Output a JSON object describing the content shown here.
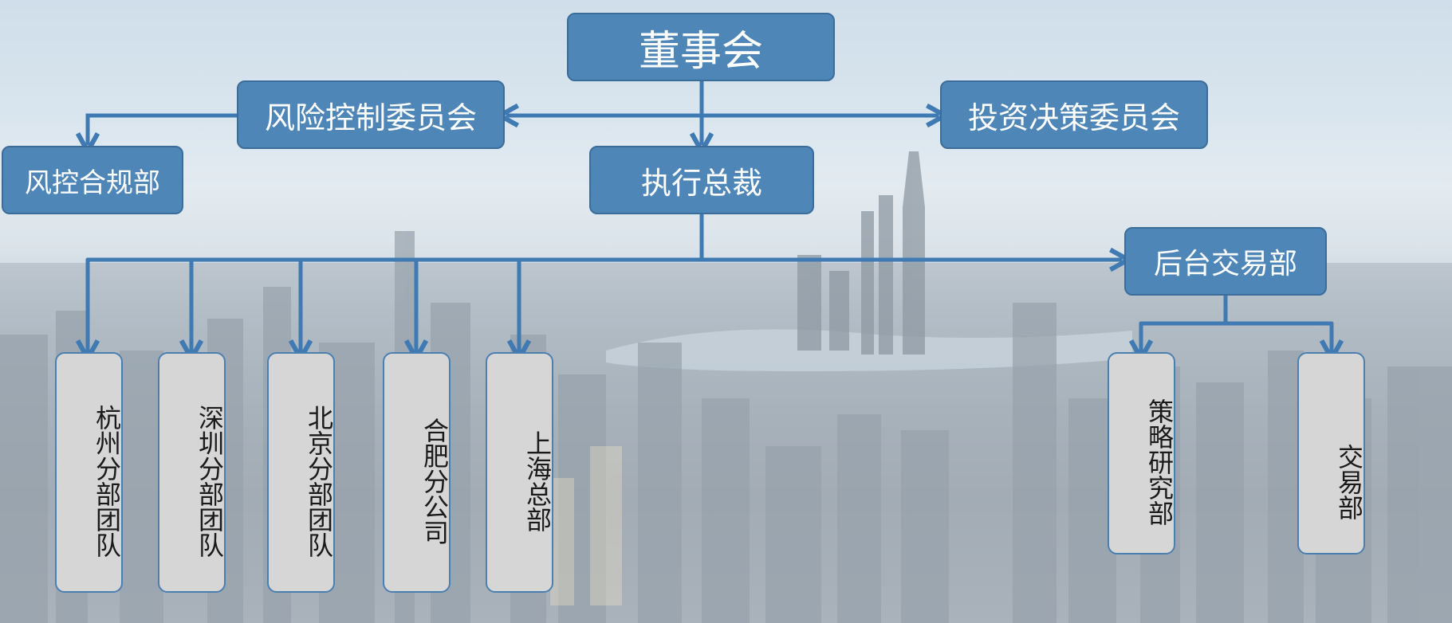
{
  "org": {
    "board": "董事会",
    "risk_committee": "风险控制委员会",
    "investment_committee": "投资决策委员会",
    "risk_compliance": "风控合规部",
    "ceo": "执行总裁",
    "back_office": "后台交易部",
    "branches": [
      "杭州分部团队",
      "深圳分部团队",
      "北京分部团队",
      "合肥分公司",
      "上海总部"
    ],
    "back_office_units": [
      "策略研究部",
      "交易部"
    ]
  },
  "colors": {
    "node_blue": "#4f86b8",
    "node_border": "#3b6d9a",
    "leaf_gray": "#d6d6d6",
    "connector": "#3f7ab2"
  }
}
